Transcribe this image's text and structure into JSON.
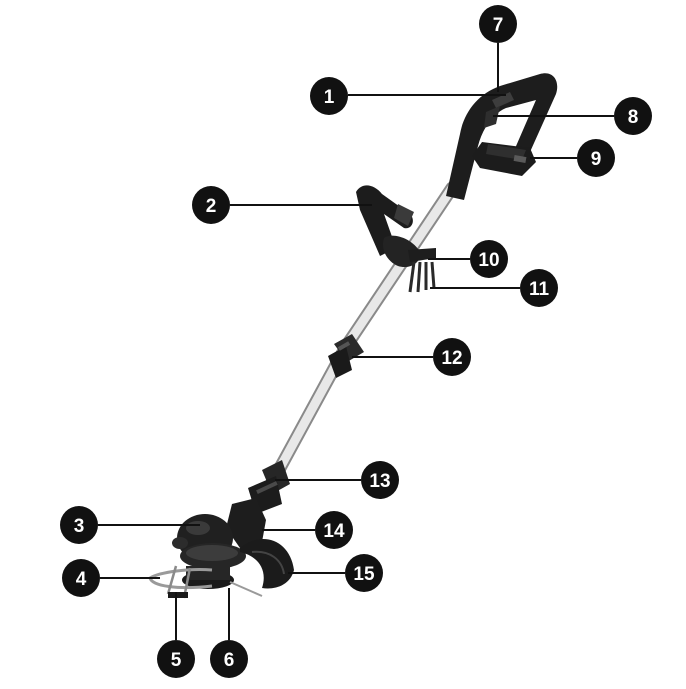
{
  "diagram": {
    "callouts": [
      {
        "id": "1",
        "label": "1"
      },
      {
        "id": "2",
        "label": "2"
      },
      {
        "id": "3",
        "label": "3"
      },
      {
        "id": "4",
        "label": "4"
      },
      {
        "id": "5",
        "label": "5"
      },
      {
        "id": "6",
        "label": "6"
      },
      {
        "id": "7",
        "label": "7"
      },
      {
        "id": "8",
        "label": "8"
      },
      {
        "id": "9",
        "label": "9"
      },
      {
        "id": "10",
        "label": "10"
      },
      {
        "id": "11",
        "label": "11"
      },
      {
        "id": "12",
        "label": "12"
      },
      {
        "id": "13",
        "label": "13"
      },
      {
        "id": "14",
        "label": "14"
      },
      {
        "id": "15",
        "label": "15"
      }
    ]
  },
  "colors": {
    "callout_fill": "#111111",
    "callout_text": "#ffffff",
    "leader_line": "#111111",
    "tool_dark": "#1e1e1e",
    "tool_mid": "#3a3a3a",
    "shaft_light": "#e6e6e6",
    "shaft_edge": "#8a8a8a"
  }
}
